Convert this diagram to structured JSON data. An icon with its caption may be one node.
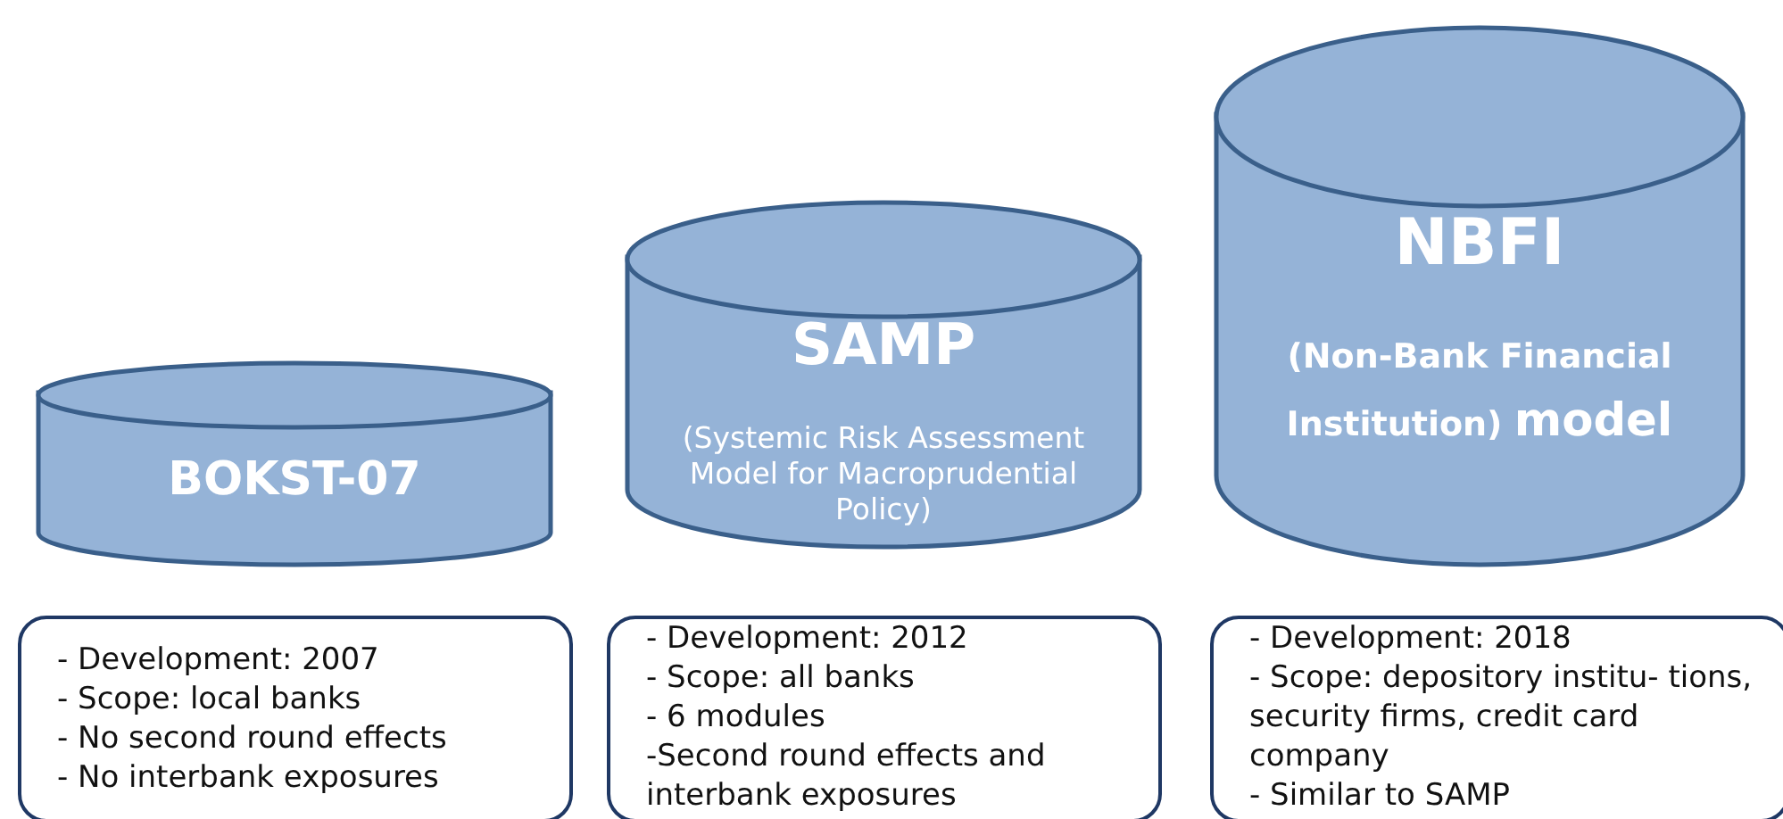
{
  "diagram": {
    "nodes": [
      {
        "text": [
          "BOKST-07"
        ]
      },
      {
        "text": [
          "SAMP",
          "(Systemic Risk Assessment Model for Macroprudential Policy)"
        ]
      },
      {
        "text": [
          "NBFI",
          "(Non-Bank Financial Institution) **model**"
        ]
      },
      {
        "text": [
          "- Development: 2007",
          "- Scope: local banks",
          "- No second round effects",
          "- No interbank exposures"
        ]
      },
      {
        "text": [
          "- Development: 2012",
          "- Scope: all banks",
          "- 6 modules",
          "-Second round effects and interbank exposures"
        ]
      },
      {
        "text": [
          "- Development: 2018",
          "- Scope: depository institu- tions, security firms, credit card company",
          "- Similar to SAMP"
        ]
      }
    ]
  }
}
